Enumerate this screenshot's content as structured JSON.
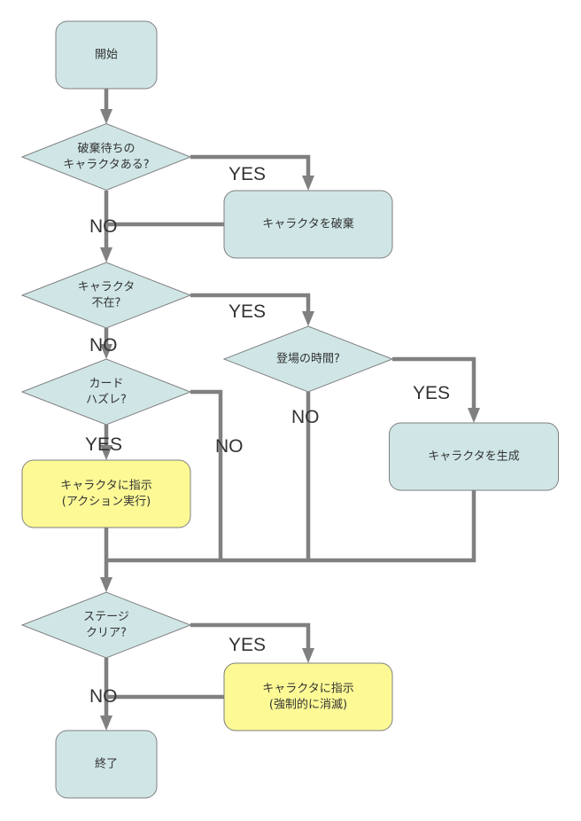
{
  "diagram": {
    "type": "flowchart",
    "colors": {
      "process_fill": "#d0e6e6",
      "highlight_fill": "#fdfa96",
      "connector": "#808080",
      "text": "#333333"
    },
    "nodes": {
      "start": {
        "kind": "terminal",
        "lines": [
          "開始"
        ]
      },
      "q_discard": {
        "kind": "decision",
        "lines": [
          "破棄待ちの",
          "キャラクタある?"
        ]
      },
      "discard": {
        "kind": "process",
        "lines": [
          "キャラクタを破棄"
        ]
      },
      "q_absent": {
        "kind": "decision",
        "lines": [
          "キャラクタ",
          "不在?"
        ]
      },
      "q_appear": {
        "kind": "decision",
        "lines": [
          "登場の時間?"
        ]
      },
      "q_card": {
        "kind": "decision",
        "lines": [
          "カード",
          "ハズレ?"
        ]
      },
      "action": {
        "kind": "highlight",
        "lines": [
          "キャラクタに指示",
          "(アクション実行)"
        ]
      },
      "create": {
        "kind": "process",
        "lines": [
          "キャラクタを生成"
        ]
      },
      "q_clear": {
        "kind": "decision",
        "lines": [
          "ステージ",
          "クリア?"
        ]
      },
      "vanish": {
        "kind": "highlight",
        "lines": [
          "キャラクタに指示",
          "(強制的に消滅)"
        ]
      },
      "end": {
        "kind": "terminal",
        "lines": [
          "終了"
        ]
      }
    },
    "edges": [
      {
        "from": "start",
        "to": "q_discard",
        "label": ""
      },
      {
        "from": "q_discard",
        "to": "discard",
        "label": "YES"
      },
      {
        "from": "q_discard",
        "to": "q_absent",
        "label": "NO"
      },
      {
        "from": "discard",
        "to": "q_absent",
        "label": ""
      },
      {
        "from": "q_absent",
        "to": "q_appear",
        "label": "YES"
      },
      {
        "from": "q_absent",
        "to": "q_card",
        "label": "NO"
      },
      {
        "from": "q_appear",
        "to": "create",
        "label": "YES"
      },
      {
        "from": "q_appear",
        "to": "q_clear",
        "label": "NO"
      },
      {
        "from": "q_card",
        "to": "action",
        "label": "YES"
      },
      {
        "from": "q_card",
        "to": "q_clear",
        "label": "NO"
      },
      {
        "from": "action",
        "to": "q_clear",
        "label": ""
      },
      {
        "from": "create",
        "to": "q_clear",
        "label": ""
      },
      {
        "from": "q_clear",
        "to": "vanish",
        "label": "YES"
      },
      {
        "from": "q_clear",
        "to": "end",
        "label": "NO"
      },
      {
        "from": "vanish",
        "to": "end",
        "label": ""
      }
    ]
  }
}
